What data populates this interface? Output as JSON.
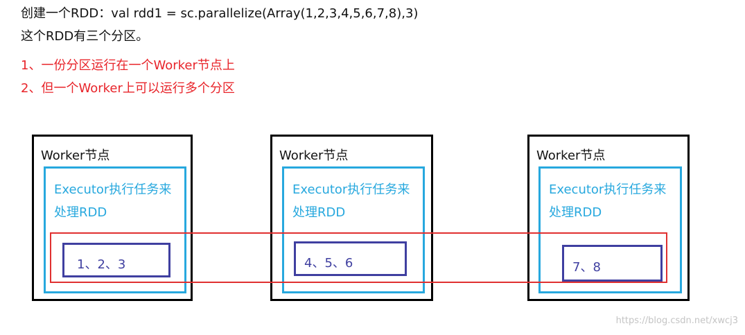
{
  "text_lines": {
    "line1": "创建一个RDD：val rdd1 = sc.parallelize(Array(1,2,3,4,5,6,7,8),3)",
    "line2": "这个RDD有三个分区。",
    "line3": "1、一份分区运行在一个Worker节点上",
    "line4": "2、但一个Worker上可以运行多个分区"
  },
  "workers": [
    {
      "title": "Worker节点",
      "executor_line1": "Executor执行任务来",
      "executor_line2": "处理RDD",
      "partition": "1、2、3"
    },
    {
      "title": "Worker节点",
      "executor_line1": "Executor执行任务来",
      "executor_line2": "处理RDD",
      "partition": "4、5、6"
    },
    {
      "title": "Worker节点",
      "executor_line1": "Executor执行任务来",
      "executor_line2": "处理RDD",
      "partition": "7、8"
    }
  ],
  "watermark": "https://blog.csdn.net/xwcj3",
  "colors": {
    "text": "#111111",
    "highlight_red": "#e8242a",
    "worker_border": "#000000",
    "executor_blue": "#27a8de",
    "partition_navy": "#3f3fa0",
    "rdd_outline": "#e03030"
  }
}
